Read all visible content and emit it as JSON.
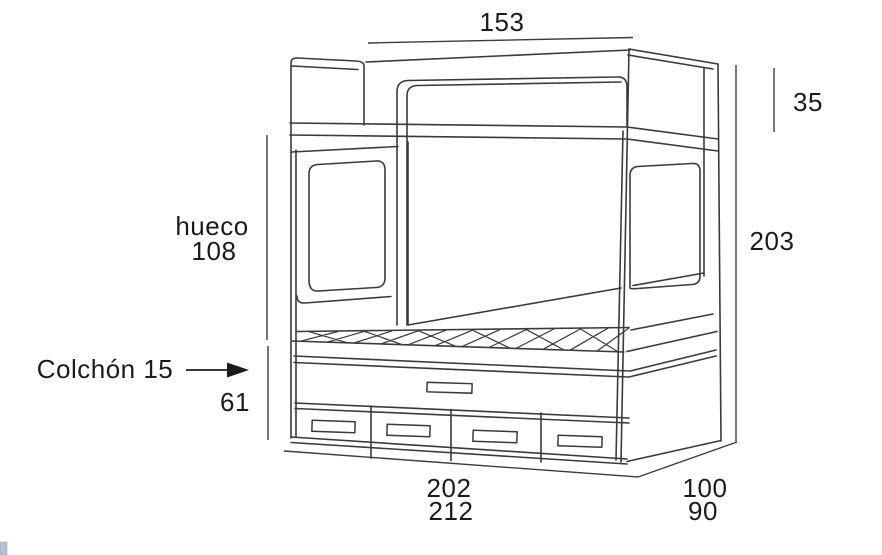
{
  "figure": {
    "kind": "furniture-technical-drawing",
    "subject": "bunk bed with trundle and storage drawers",
    "colors": {
      "line": "#3a3a3a",
      "text": "#1b1b1b",
      "background": "#ffffff"
    }
  },
  "labels": {
    "top_width": "153",
    "headboard_height": "35",
    "total_height": "203",
    "gap_word": "hueco",
    "gap_value": "108",
    "mattress": "Colchón 15",
    "base_height": "61",
    "length_outer": "202",
    "length_total": "212",
    "depth_outer": "100",
    "depth_inner": "90"
  }
}
